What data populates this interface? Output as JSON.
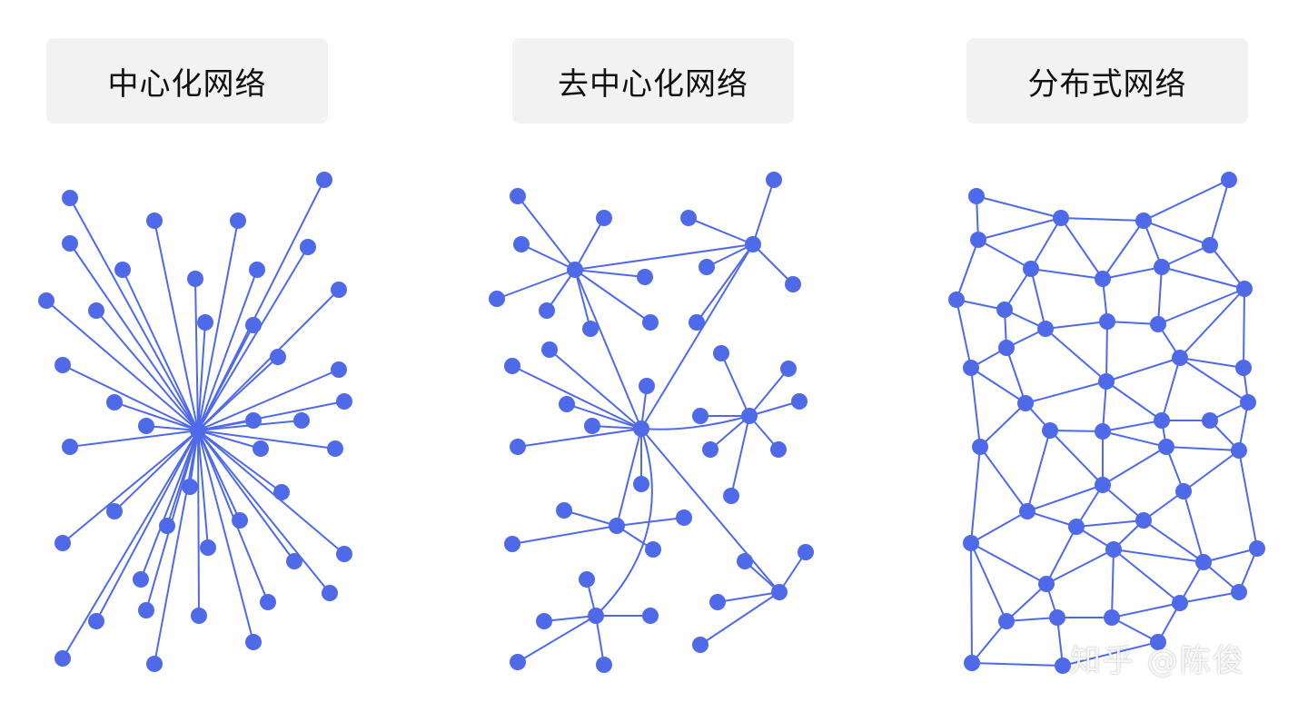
{
  "titles": {
    "centralized": "中心化网络",
    "decentralized": "去中心化网络",
    "distributed": "分布式网络"
  },
  "watermark": "知乎 @陈俊",
  "colors": {
    "node": "#4f6ae8",
    "edge": "#4f6ae8",
    "title_bg": "#f2f2f2"
  }
}
